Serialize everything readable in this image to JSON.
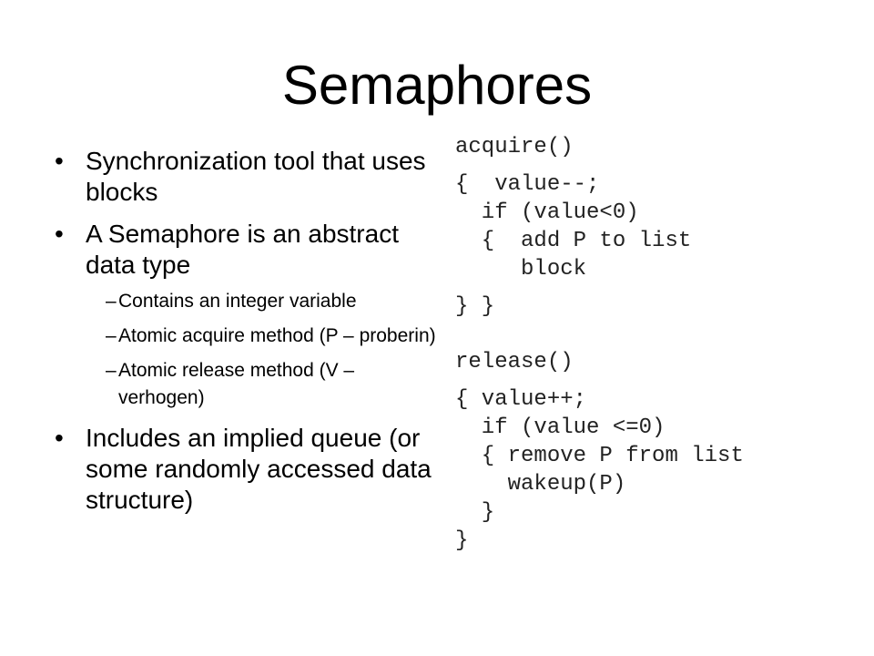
{
  "slide": {
    "title": "Semaphores",
    "bullet_symbol": "•",
    "dash_symbol": "–",
    "bullets": [
      "Synchronization tool that uses blocks",
      "A Semaphore is an abstract data type",
      "Includes an implied queue (or some randomly accessed data structure)"
    ],
    "sub_bullets": [
      "Contains an integer variable",
      "Atomic acquire method (P – proberin)",
      "Atomic release method (V – verhogen)"
    ]
  },
  "code": {
    "acquire": [
      "acquire()",
      "{  value--;",
      "  if (value<0)",
      "  {  add P to list",
      "     block",
      "} }"
    ],
    "release": [
      "release()",
      "{ value++;",
      "  if (value <=0)",
      "  { remove P from list",
      "    wakeup(P)",
      "  }",
      "}"
    ]
  }
}
